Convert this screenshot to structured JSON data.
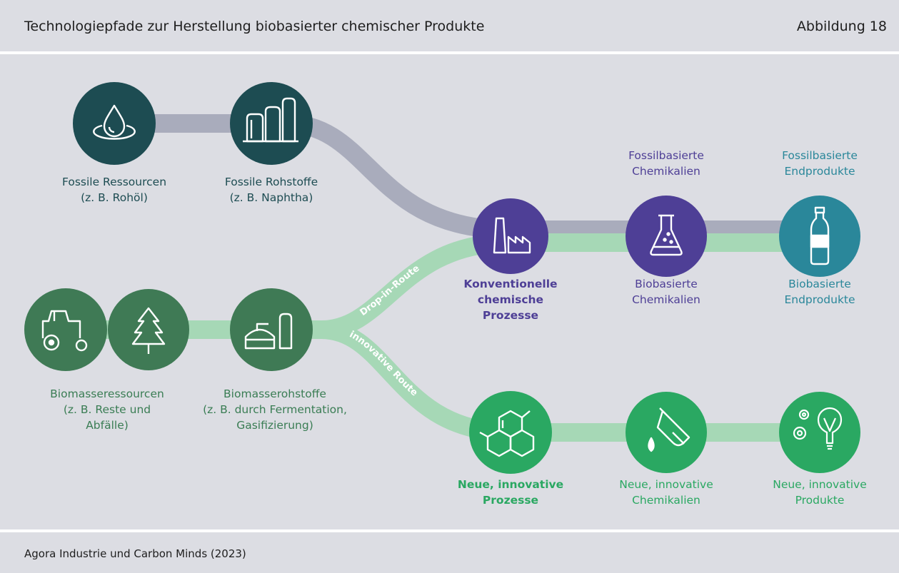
{
  "header": {
    "title": "Technologiepfade zur Herstellung biobasierter chemischer Produkte",
    "figure_number": "Abbildung 18"
  },
  "footer": {
    "source": "Agora Industrie und Carbon Minds (2023)"
  },
  "routes": {
    "drop_in": "Drop-in-Route",
    "innovative": "innovative Route"
  },
  "nodes": {
    "fossil_resources": {
      "line1": "Fossile Ressourcen",
      "line2": "(z. B. Rohöl)",
      "icon": "oil-drop-icon"
    },
    "fossil_feedstocks": {
      "line1": "Fossile Rohstoffe",
      "line2": "(z. B. Naphtha)",
      "icon": "storage-tanks-icon"
    },
    "conventional_processes": {
      "line1": "Konventionelle",
      "line2": "chemische",
      "line3": "Prozesse",
      "icon": "factory-icon"
    },
    "fossil_chemicals": {
      "line1": "Fossilbasierte",
      "line2": "Chemikalien"
    },
    "bio_chemicals": {
      "line1": "Biobasierte",
      "line2": "Chemikalien",
      "icon": "flask-icon"
    },
    "fossil_endproducts": {
      "line1": "Fossilbasierte",
      "line2": "Endprodukte"
    },
    "bio_endproducts": {
      "line1": "Biobasierte",
      "line2": "Endprodukte",
      "icon": "bottle-icon"
    },
    "biomass_resources": {
      "line1": "Biomasseressourcen",
      "line2": "(z. B. Reste und",
      "line3": "Abfälle)",
      "icons": [
        "tractor-icon",
        "tree-icon"
      ]
    },
    "biomass_feedstocks": {
      "line1": "Biomasserohstoffe",
      "line2": "(z. B. durch Fermentation,",
      "line3": "Gasifizierung)",
      "icon": "biogas-plant-icon"
    },
    "new_processes": {
      "line1": "Neue, innovative",
      "line2": "Prozesse",
      "icon": "molecule-icon"
    },
    "new_chemicals": {
      "line1": "Neue, innovative",
      "line2": "Chemikalien",
      "icon": "test-tube-icon"
    },
    "new_products": {
      "line1": "Neue, innovative",
      "line2": "Produkte",
      "icon": "gears-lightbulb-icon"
    }
  },
  "colors": {
    "background": "#dcdde3",
    "fossil_node": "#1d4c52",
    "fossil_path": "#a9acbc",
    "conventional": "#4e3f96",
    "bio_endproduct": "#2a879a",
    "biomass_node": "#3f7a55",
    "bio_path": "#a6d8b6",
    "innovative": "#2aa862"
  }
}
